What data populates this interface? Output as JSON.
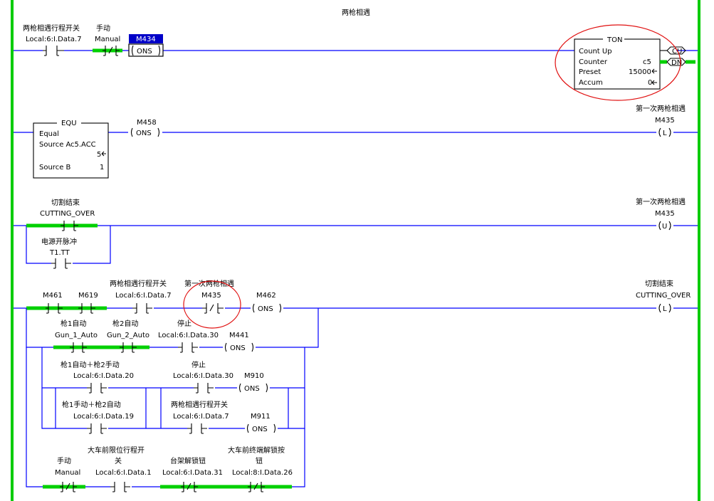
{
  "colors": {
    "rail": "#00cc00",
    "wire": "#0000ff",
    "energized": "#00d000",
    "highlight": "#e01010",
    "selected_tag_bg": "#0000c8"
  },
  "rung0": {
    "comment": "两枪相遇",
    "c1": {
      "desc": "两枪相遇行程开关",
      "addr": "Local:6:I.Data.7"
    },
    "c2": {
      "desc": "手动",
      "addr": "Manual"
    },
    "ons": {
      "tag": "M434",
      "label": "ONS"
    },
    "ton": {
      "title": "TON",
      "row1": "Count Up",
      "row2_label": "Counter",
      "row2_val": "c5",
      "row3_label": "Preset",
      "row3_val": "15000",
      "row4_label": "Accum",
      "row4_val": "0",
      "out1": "CU",
      "out2": "DN"
    }
  },
  "rung1": {
    "equ": {
      "title": "EQU",
      "l1": "Equal",
      "l2": "Source A",
      "l2v": "c5.ACC",
      "l2v2": "5",
      "l3": "Source B",
      "l3v": "1"
    },
    "ons": {
      "tag": "M458",
      "label": "ONS"
    },
    "coil": {
      "desc": "第一次两枪相遇",
      "tag": "M435",
      "label": "L"
    }
  },
  "rung2": {
    "c1": {
      "desc": "切割结束",
      "addr": "CUTTING_OVER"
    },
    "c2": {
      "desc": "电源开脉冲",
      "addr": "T1.TT"
    },
    "coil": {
      "desc": "第一次两枪相遇",
      "tag": "M435",
      "label": "U"
    }
  },
  "rung3": {
    "m461": "M461",
    "m619": "M619",
    "c3": {
      "desc": "两枪相遇行程开关",
      "addr": "Local:6:I.Data.7"
    },
    "c4": {
      "desc": "第一次两枪相遇",
      "addr": "M435"
    },
    "ons": {
      "tag": "M462",
      "label": "ONS"
    },
    "coil": {
      "desc": "切割结束",
      "tag": "CUTTING_OVER",
      "label": "L"
    },
    "b1": {
      "desc": "枪1自动",
      "addr": "Gun_1_Auto"
    },
    "b2": {
      "desc": "枪2自动",
      "addr": "Gun_2_Auto"
    },
    "b3": {
      "desc": "停止",
      "addr": "Local:6:I.Data.30"
    },
    "b4": {
      "tag": "M441",
      "label": "ONS"
    },
    "d1": {
      "desc": "枪1自动＋枪2手动",
      "addr": "Local:6:I.Data.20"
    },
    "d2": {
      "desc": "停止",
      "addr": "Local:6:I.Data.30"
    },
    "d3": {
      "tag": "M910",
      "label": "ONS"
    },
    "e1": {
      "desc": "枪1手动＋枪2自动",
      "addr": "Local:6:I.Data.19"
    },
    "e2": {
      "desc": "两枪相遇行程开关",
      "addr": "Local:6:I.Data.7"
    },
    "e3": {
      "tag": "M911",
      "label": "ONS"
    },
    "f1": {
      "desc": "手动",
      "addr": "Manual"
    },
    "f2": {
      "desc_a": "大车前限位行程开",
      "desc_b": "关",
      "addr": "Local:6:I.Data.1"
    },
    "f3": {
      "desc": "台架解锁钮",
      "addr": "Local:6:I.Data.31"
    },
    "f4": {
      "desc_a": "大车前终端解锁按",
      "desc_b": "钮",
      "addr": "Local:8:I.Data.26"
    }
  }
}
